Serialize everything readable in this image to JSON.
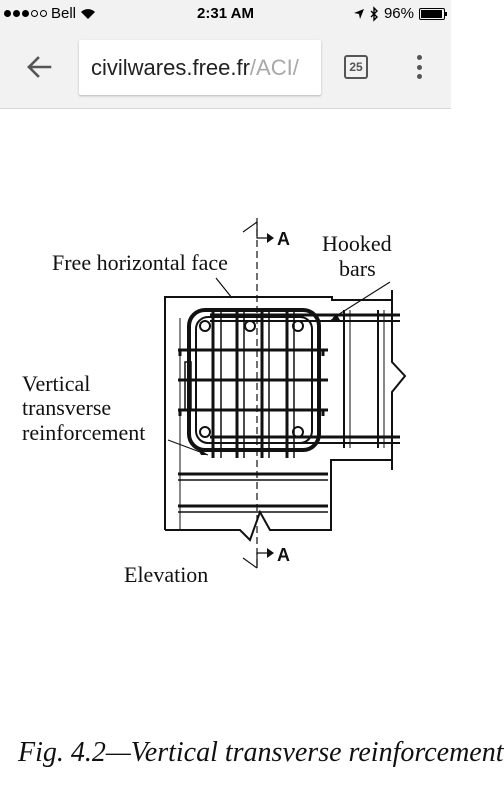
{
  "status_bar": {
    "carrier": "Bell",
    "time": "2:31 AM",
    "battery": "96%",
    "battery_level": 0.96
  },
  "browser": {
    "url_host": "civilwares.free.fr",
    "url_path": "/ACI/",
    "tab_count": "25"
  },
  "figure": {
    "label_free_face": "Free horizontal face",
    "label_hooked_line1": "Hooked",
    "label_hooked_line2": "bars",
    "label_vertical_line1": "Vertical",
    "label_vertical_line2": "transverse",
    "label_vertical_line3": "reinforcement",
    "label_section_top": "A",
    "label_section_bottom": "A",
    "label_elevation": "Elevation",
    "caption": "Fig. 4.2—Vertical transverse reinforcement"
  },
  "icons": {
    "back": "arrow-left-icon",
    "tabs": "tabs-icon",
    "menu": "overflow-menu-icon",
    "wifi": "wifi-icon",
    "location": "location-arrow-icon",
    "bluetooth": "bluetooth-icon",
    "battery": "battery-icon"
  }
}
